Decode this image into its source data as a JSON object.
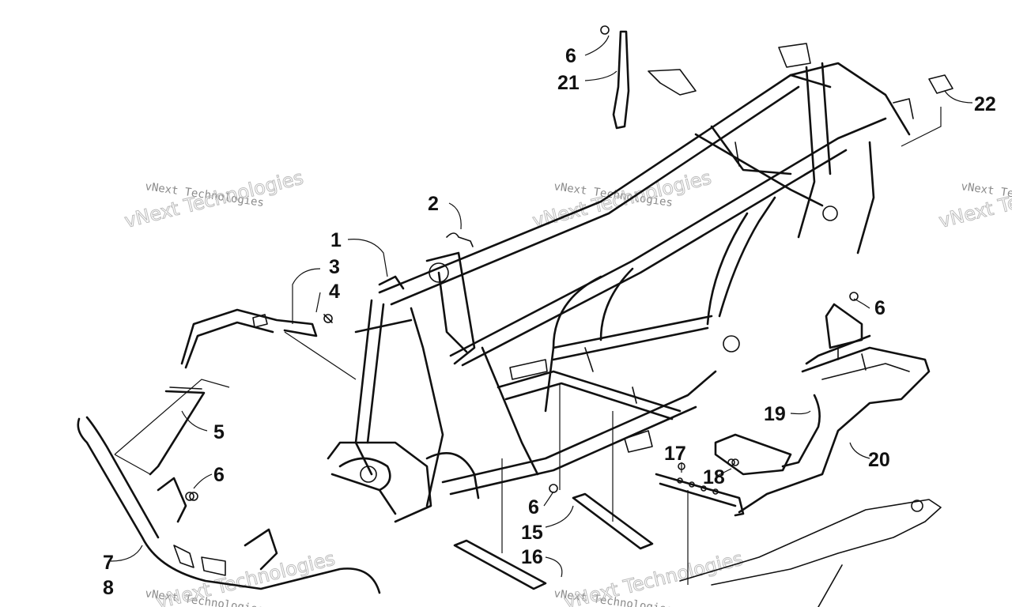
{
  "watermark": {
    "line1": "vNext Technologies",
    "line2": "vNext Technologies"
  },
  "callouts": [
    {
      "id": "c1",
      "label": "1"
    },
    {
      "id": "c2",
      "label": "2"
    },
    {
      "id": "c3",
      "label": "3"
    },
    {
      "id": "c4",
      "label": "4"
    },
    {
      "id": "c5",
      "label": "5"
    },
    {
      "id": "c6a",
      "label": "6"
    },
    {
      "id": "c6b",
      "label": "6"
    },
    {
      "id": "c6c",
      "label": "6"
    },
    {
      "id": "c6d",
      "label": "6"
    },
    {
      "id": "c7",
      "label": "7"
    },
    {
      "id": "c8",
      "label": "8"
    },
    {
      "id": "c15",
      "label": "15"
    },
    {
      "id": "c16",
      "label": "16"
    },
    {
      "id": "c17",
      "label": "17"
    },
    {
      "id": "c18",
      "label": "18"
    },
    {
      "id": "c19",
      "label": "19"
    },
    {
      "id": "c20",
      "label": "20"
    },
    {
      "id": "c21",
      "label": "21"
    },
    {
      "id": "c22",
      "label": "22"
    }
  ]
}
